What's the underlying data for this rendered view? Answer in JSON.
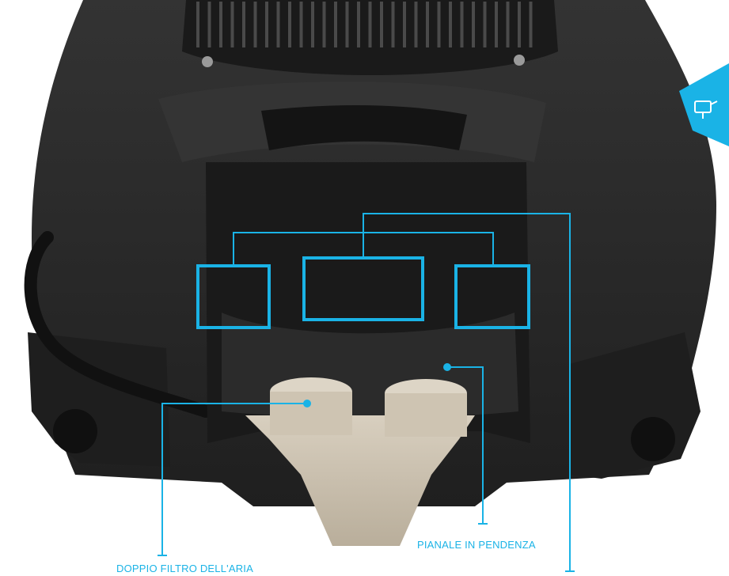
{
  "colors": {
    "accent": "#1ab3e6",
    "engine_body": "#2a2a2a",
    "engine_shadow": "#161616",
    "filter_housing": "#cfc5b4",
    "background": "#ffffff"
  },
  "callouts": [
    {
      "id": "doppio-filtro",
      "label": "DOPPIO FILTRO DELL'ARIA"
    },
    {
      "id": "pianale",
      "label": "PIANALE IN PENDENZA"
    }
  ],
  "icons": {
    "badge": "engine-oil-icon"
  }
}
